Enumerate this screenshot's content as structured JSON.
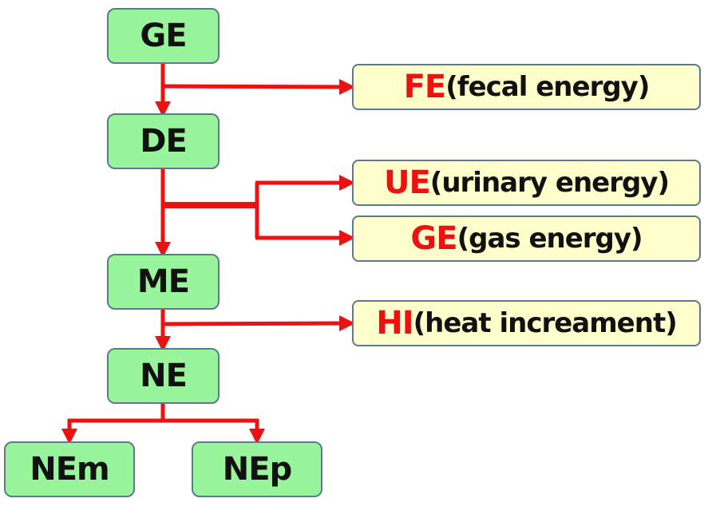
{
  "flow": {
    "ge": "GE",
    "de": "DE",
    "me": "ME",
    "ne": "NE",
    "nem": "NEm",
    "nep": "NEp"
  },
  "losses": {
    "fe": {
      "abbr": "FE",
      "desc": "(fecal energy)"
    },
    "ue": {
      "abbr": "UE",
      "desc": "(urinary energy)"
    },
    "ge": {
      "abbr": "GE",
      "desc": "(gas energy)"
    },
    "hi": {
      "abbr": "HI",
      "desc": "(heat increament)"
    }
  },
  "colors": {
    "node_fill": "#99f59c",
    "loss_fill": "#ffffcc",
    "border": "#5b7a8c",
    "arrow": "#ee1111",
    "abbr_text": "#ee1111"
  }
}
